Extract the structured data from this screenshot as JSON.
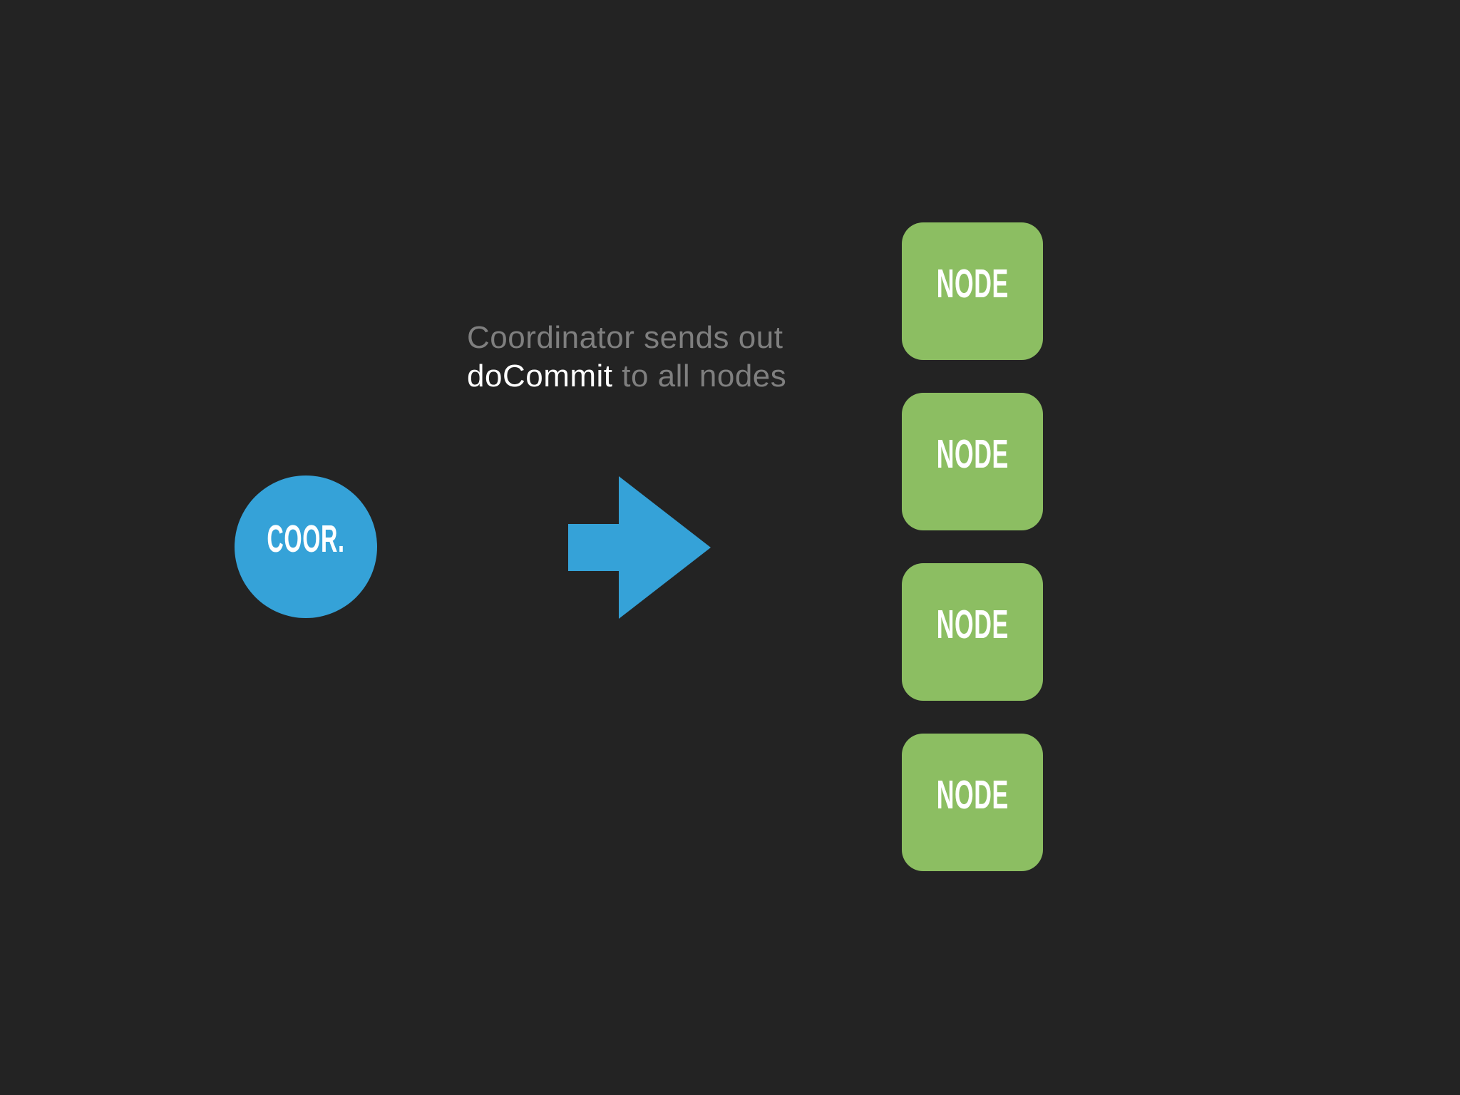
{
  "background_color": "#232323",
  "caption": {
    "line1": "Coordinator sends out",
    "line2_emphasis": "doCommit",
    "line2_rest": " to all nodes",
    "gray_color": "#7f7f7f",
    "emphasis_color": "#ffffff"
  },
  "coordinator": {
    "label": "COOR.",
    "color": "#35a2d8",
    "text_color": "#ffffff"
  },
  "arrow": {
    "color": "#35a2d8"
  },
  "nodes": [
    {
      "label": "NODE"
    },
    {
      "label": "NODE"
    },
    {
      "label": "NODE"
    },
    {
      "label": "NODE"
    }
  ],
  "node_color": "#8cbe62",
  "node_text_color": "#ffffff"
}
